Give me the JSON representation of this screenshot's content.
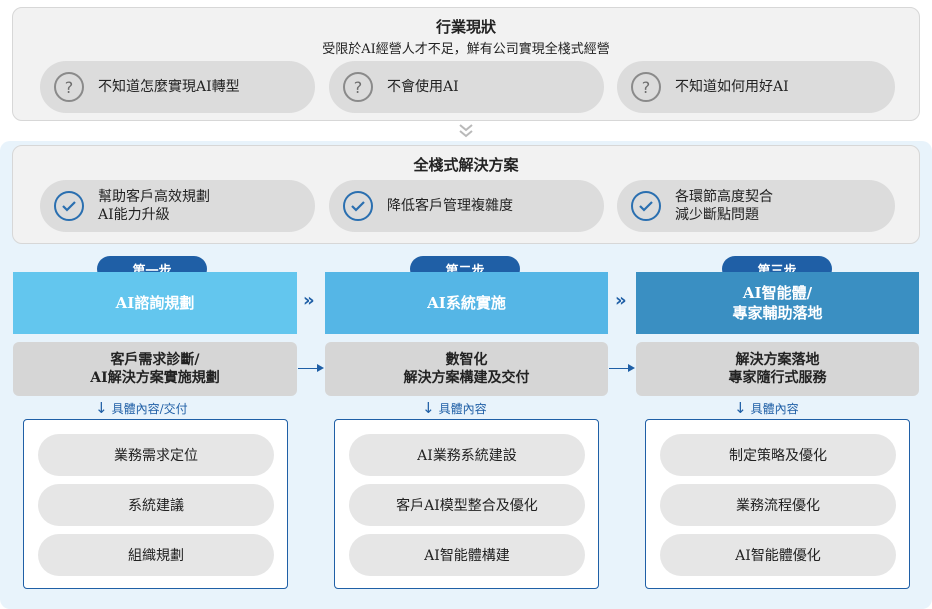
{
  "current_state": {
    "title": "行業現狀",
    "subtitle": "受限於AI經營人才不足，鮮有公司實現全棧式經營",
    "items": [
      "不知道怎麼實現AI轉型",
      "不會使用AI",
      "不知道如何用好AI"
    ]
  },
  "connector": "»",
  "solution": {
    "title": "全棧式解決方案",
    "items": [
      [
        "幫助客戶高效規劃",
        "AI能力升級"
      ],
      [
        "降低客戶管理複雜度"
      ],
      [
        "各環節高度契合",
        "減少斷點問題"
      ]
    ]
  },
  "steps": [
    {
      "badge": "第一步",
      "name_lines": [
        "AI諮詢規劃"
      ],
      "color": "#63c6ee",
      "head_lines": [
        "客戶需求診斷/",
        "AI解決方案實施規劃"
      ],
      "detail_label": "具體內容/交付",
      "items": [
        "業務需求定位",
        "系統建議",
        "組織規劃"
      ]
    },
    {
      "badge": "第二步",
      "name_lines": [
        "AI系統實施"
      ],
      "color": "#55b6e6",
      "head_lines": [
        "數智化",
        "解決方案構建及交付"
      ],
      "detail_label": "具體內容",
      "items": [
        "AI業務系統建設",
        "客戶AI模型整合及優化",
        "AI智能體構建"
      ]
    },
    {
      "badge": "第三步",
      "name_lines": [
        "AI智能體/",
        "專家輔助落地"
      ],
      "color": "#3a8fc2",
      "head_lines": [
        "解決方案落地",
        "專家隨行式服務"
      ],
      "detail_label": "具體內容",
      "items": [
        "制定策略及優化",
        "業務流程優化",
        "AI智能體優化"
      ]
    }
  ],
  "step_separator": "»",
  "colors": {
    "accent": "#1f5fa6",
    "panel_bg": "#f2f2f2",
    "blue_bg": "#e8f3fb"
  }
}
